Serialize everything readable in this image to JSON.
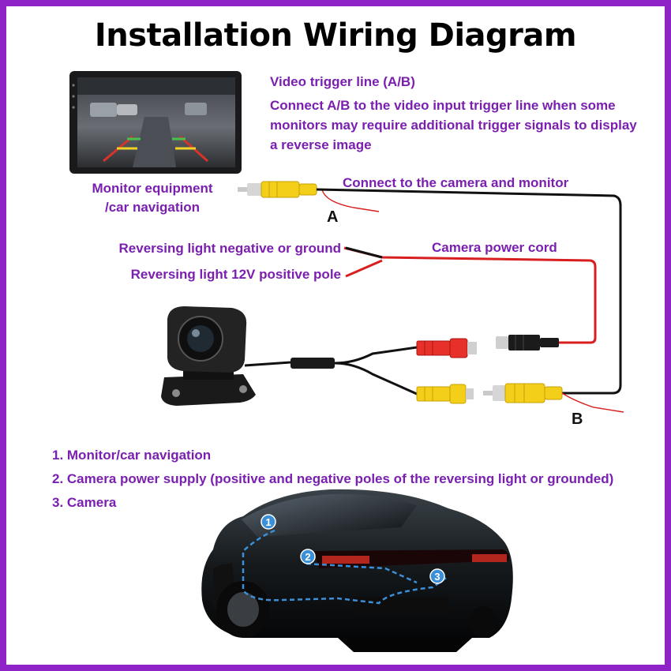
{
  "title": "Installation Wiring Diagram",
  "trigger": {
    "heading": "Video trigger line (A/B)",
    "line1": "Connect A/B to the video input trigger line when some",
    "line2": "monitors may require additional trigger signals to display",
    "line3": " a reverse image"
  },
  "monitor_label": {
    "line1": "Monitor equipment",
    "line2": "/car navigation"
  },
  "connect_label": "Connect to the camera and monitor",
  "letter_a": "A",
  "letter_b": "B",
  "power_label": "Camera power cord",
  "rev_negative": "Reversing light negative or ground",
  "rev_positive": "Reversing light 12V positive pole",
  "legend": [
    "1. Monitor/car navigation",
    "2. Camera power supply (positive and negative poles of the reversing light or grounded)",
    "3. Camera"
  ],
  "car_markers": [
    "1",
    "2",
    "3"
  ],
  "colors": {
    "border": "#8e24c7",
    "label_text": "#7a1fb0",
    "rca_yellow": "#f4cf1a",
    "rca_red": "#e8302a",
    "wire_red": "#d81f1f",
    "wire_black": "#111111",
    "marker_blue": "#3a8fd8"
  }
}
